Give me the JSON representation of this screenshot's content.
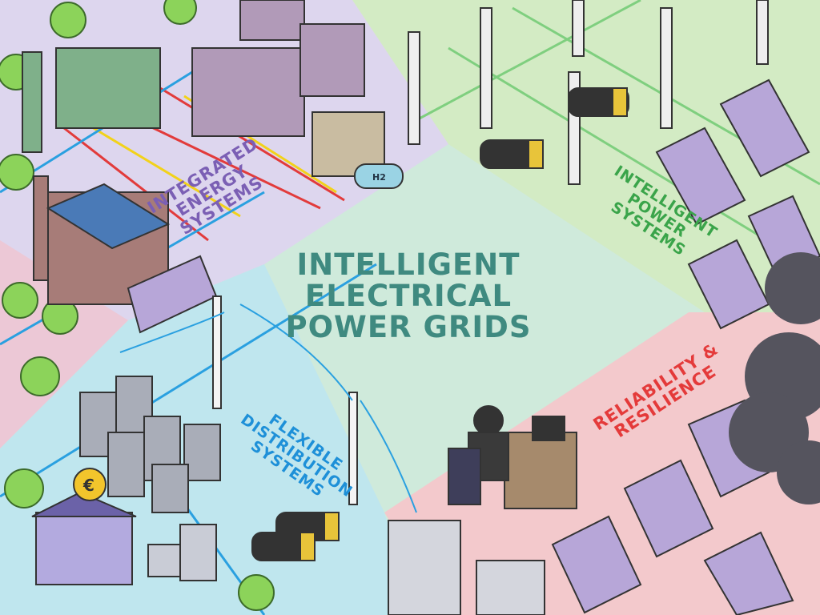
{
  "title": "INTELLIGENT\nELECTRICAL\nPOWER GRIDS",
  "sections": {
    "integrated_energy": "INTEGRATED\nENERGY\nSYSTEMS",
    "intelligent_power": "INTELLIGENT\nPOWER\nSYSTEMS",
    "reliability": "RELIABILITY &\nRESILIENCE",
    "flexible_distribution": "FLEXIBLE\nDISTRIBUTION\nSYSTEMS"
  },
  "hydrogen_tank_label": "H2",
  "coin_symbol": "€",
  "colors": {
    "lavender": "#ddd6ee",
    "green": "#cfe8c0",
    "pink": "#f3c9cc",
    "cyan": "#bfe6ee",
    "mint": "#cfeadb",
    "title": "#3f8a80"
  }
}
